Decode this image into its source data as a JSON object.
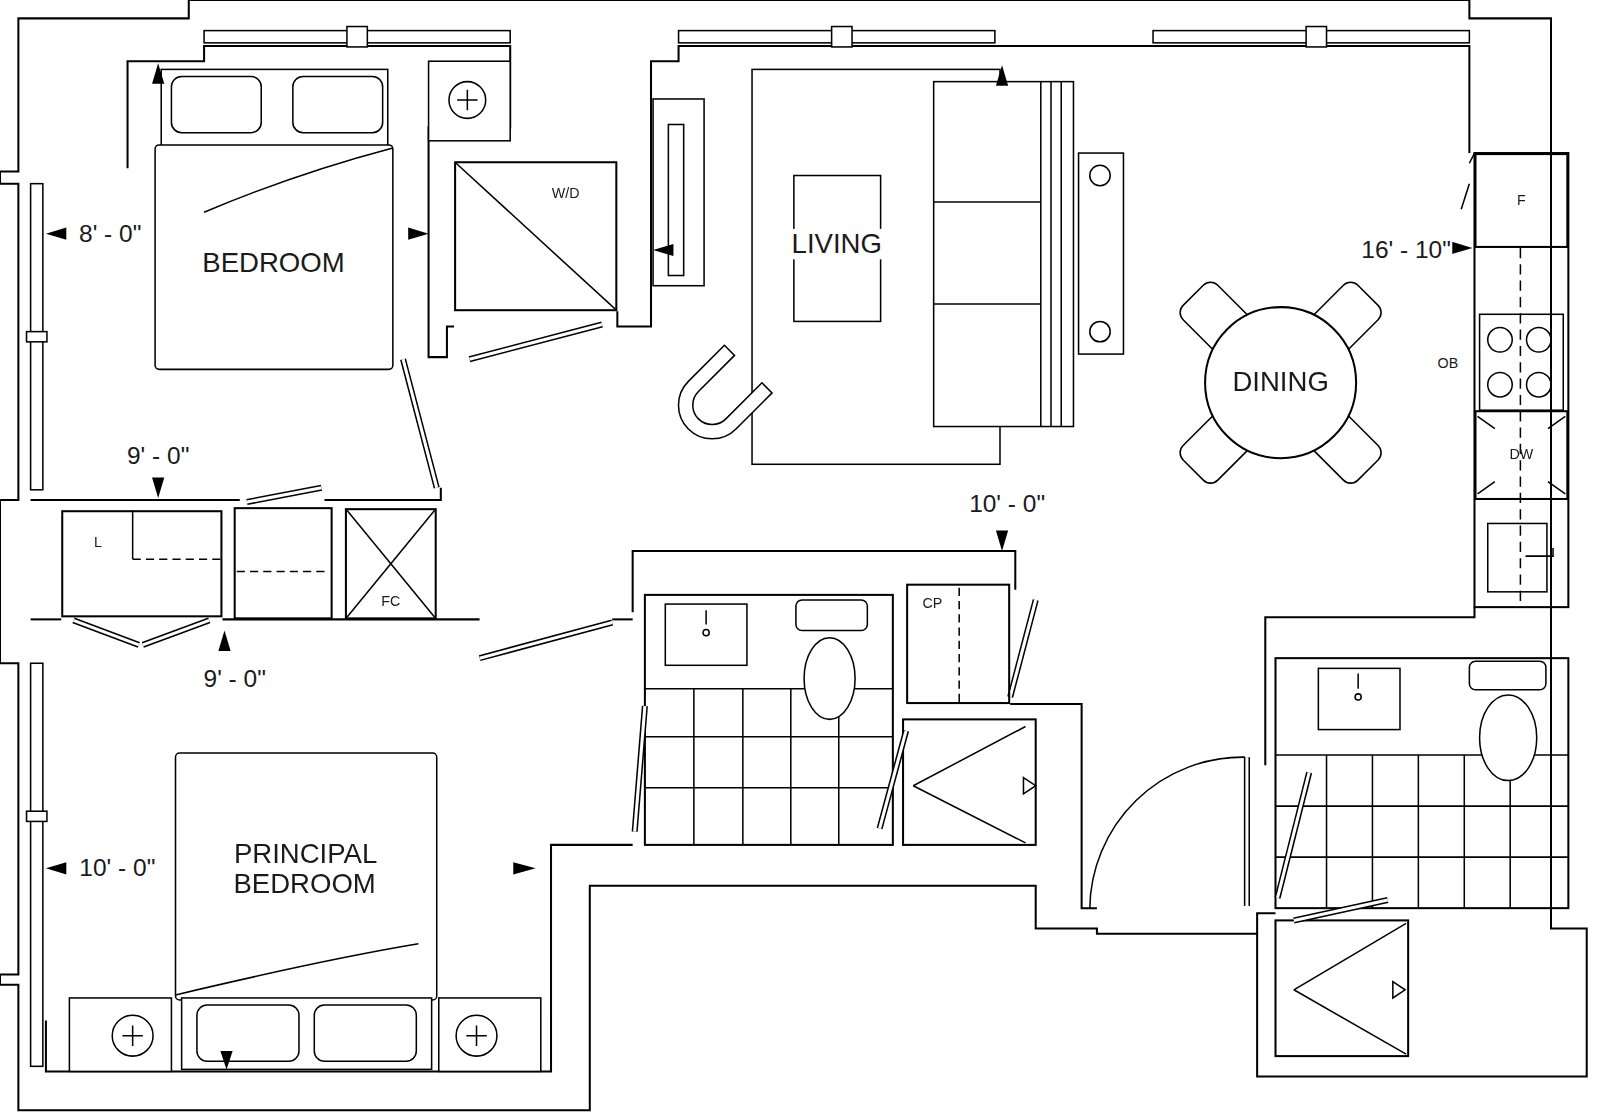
{
  "diagram": {
    "nodes": [
      {
        "text": [
          "W/D"
        ]
      },
      {
        "text": [
          "F"
        ]
      },
      {
        "text": [
          "DINING"
        ]
      },
      {
        "text": [
          "DW"
        ]
      },
      {
        "text": [
          "L"
        ]
      },
      {
        "text": [
          "FC"
        ]
      },
      {
        "text": [
          "CP"
        ]
      }
    ],
    "labels": [
      "BEDROOM",
      "8' - 0\"",
      "LIVING",
      "16' - 10\"",
      "OB",
      "9' - 0\"",
      "10' - 0\"",
      "9' - 0\"",
      "10' - 0\"",
      "PRINCIPAL BEDROOM"
    ]
  }
}
